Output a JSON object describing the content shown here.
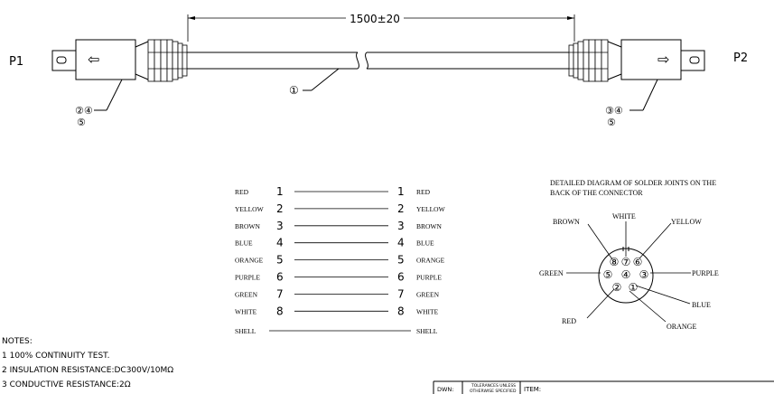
{
  "cable": {
    "length_dim": "1500±20",
    "p1_label": "P1",
    "p2_label": "P2",
    "callout_cable": "①",
    "callout_p1_a": "②④",
    "callout_p1_b": "⑤",
    "callout_p2_a": "③④",
    "callout_p2_b": "⑤",
    "arrow_left_glyph": "⇦",
    "arrow_right_glyph": "⇨"
  },
  "wiring": {
    "rows": [
      {
        "color": "RED",
        "pin_l": "1",
        "pin_r": "1"
      },
      {
        "color": "YELLOW",
        "pin_l": "2",
        "pin_r": "2"
      },
      {
        "color": "BROWN",
        "pin_l": "3",
        "pin_r": "3"
      },
      {
        "color": "BLUE",
        "pin_l": "4",
        "pin_r": "4"
      },
      {
        "color": "ORANGE",
        "pin_l": "5",
        "pin_r": "5"
      },
      {
        "color": "PURPLE",
        "pin_l": "6",
        "pin_r": "6"
      },
      {
        "color": "GREEN",
        "pin_l": "7",
        "pin_r": "7"
      },
      {
        "color": "WHITE",
        "pin_l": "8",
        "pin_r": "8"
      }
    ],
    "shell_left": "SHELL",
    "shell_right": "SHELL"
  },
  "solder": {
    "title_line1": "DETAILED DIAGRAM OF SOLDER JOINTS ON THE",
    "title_line2": "BACK OF THE CONNECTOR",
    "labels": {
      "brown": "BROWN",
      "white": "WHITE",
      "yellow": "YELLOW",
      "green": "GREEN",
      "purple": "PURPLE",
      "blue": "BLUE",
      "red": "RED",
      "orange": "ORANGE"
    },
    "pins": {
      "p1": "①",
      "p2": "②",
      "p3": "③",
      "p4": "④",
      "p5": "⑤",
      "p6": "⑥",
      "p7": "⑦",
      "p8": "⑧"
    }
  },
  "notes": {
    "heading": "NOTES:",
    "items": [
      "1 100% CONTINUITY TEST.",
      "2 INSULATION RESISTANCE:DC300V/10MΩ",
      "3 CONDUCTIVE RESISTANCE:2Ω"
    ]
  },
  "title_block": {
    "dwn_label": "DWN:",
    "tolerances_line1": "TOLERANCES UNLESS",
    "tolerances_line2": "OTHERWISE SPECIFIED",
    "item_label": "ITEM:"
  }
}
